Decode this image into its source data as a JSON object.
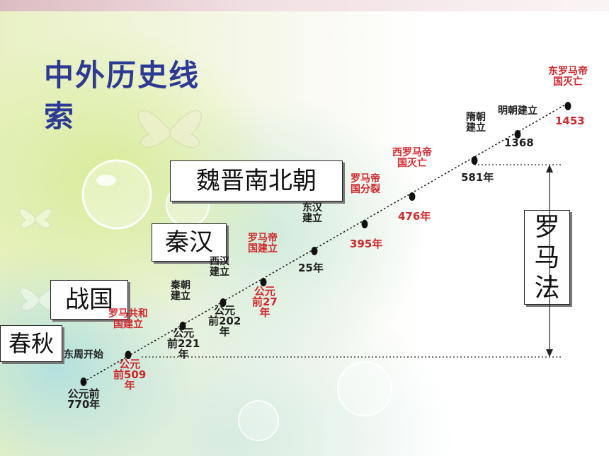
{
  "title": "中外历史线索",
  "eras": [
    "春秋",
    "战国",
    "秦汉",
    "魏晋南北朝"
  ],
  "roman_law": "罗马法",
  "events": [
    {
      "line1": "东周开始",
      "line2": "",
      "year": "公元前\n770年",
      "color": "black"
    },
    {
      "line1": "罗马共和",
      "line2": "国建立",
      "year": "公元\n前509\n年",
      "color": "red"
    },
    {
      "line1": "秦朝",
      "line2": "建立",
      "year": "公元\n前221\n年",
      "color": "black"
    },
    {
      "line1": "西汉",
      "line2": "建立",
      "year": "公元\n前202\n年",
      "color": "black"
    },
    {
      "line1": "罗马帝",
      "line2": "国建立",
      "year": "公元\n前27\n年",
      "color": "red"
    },
    {
      "line1": "东汉",
      "line2": "建立",
      "year": "25年",
      "color": "black"
    },
    {
      "line1": "罗马帝",
      "line2": "国分裂",
      "year": "395年",
      "color": "red"
    },
    {
      "line1": "西罗马帝",
      "line2": "国灭亡",
      "year": "476年",
      "color": "red"
    },
    {
      "line1": "隋朝",
      "line2": "建立",
      "year": "581年",
      "color": "black"
    },
    {
      "line1": "明朝建立",
      "line2": "",
      "year": "1368",
      "color": "black"
    },
    {
      "line1": "东罗马帝",
      "line2": "国灭亡",
      "year": "1453",
      "color": "red"
    }
  ],
  "colors": {
    "title": "#2c3a96",
    "event_red": "#d2282d",
    "event_black": "#1f1f1f"
  }
}
